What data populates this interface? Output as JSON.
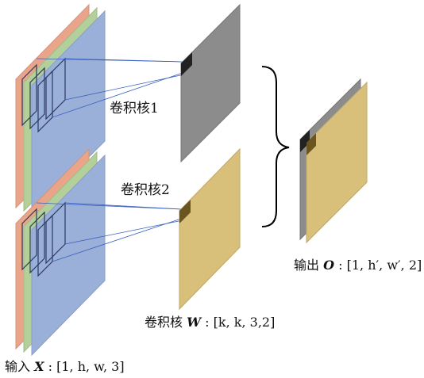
{
  "labels": {
    "kernel1": "卷积核1",
    "kernel2": "卷积核2",
    "weights": {
      "prefix": "卷积核",
      "var": "W",
      "sep": ":",
      "shape": "[k, k, 3,2]"
    },
    "input": {
      "prefix": "输入",
      "var": "X",
      "sep": ":",
      "shape": "[1, h, w, 3]"
    },
    "output": {
      "prefix": "输出",
      "var": "O",
      "sep": ":",
      "shape": "[1, h′, w′, 2]"
    }
  },
  "colors": {
    "channel_red": "#e8a58a",
    "channel_green": "#b3cf9a",
    "channel_blue": "#9bb0d8",
    "kernel1": "#8c8c8c",
    "kernel2": "#d8bf7a",
    "connector_line": "#3a5fbf",
    "dark_window": "#222222"
  }
}
